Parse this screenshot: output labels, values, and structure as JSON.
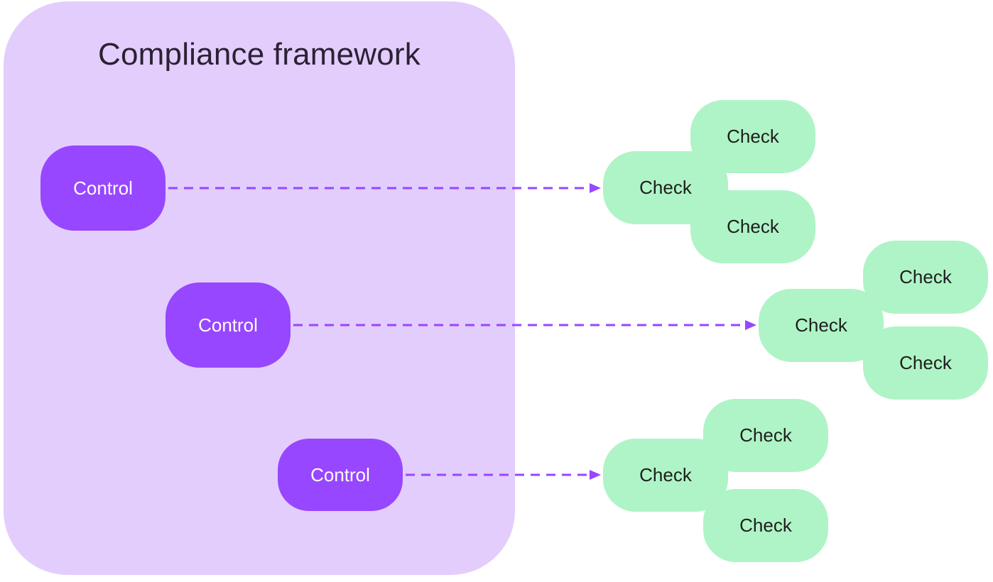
{
  "framework": {
    "title": "Compliance framework",
    "color": "#e3cdfd"
  },
  "colors": {
    "control": "#9747ff",
    "check": "#aff4c6",
    "arrow": "#9747ff"
  },
  "controls": [
    {
      "label": "Control",
      "checks": [
        {
          "label": "Check"
        },
        {
          "label": "Check"
        },
        {
          "label": "Check"
        }
      ]
    },
    {
      "label": "Control",
      "checks": [
        {
          "label": "Check"
        },
        {
          "label": "Check"
        },
        {
          "label": "Check"
        }
      ]
    },
    {
      "label": "Control",
      "checks": [
        {
          "label": "Check"
        },
        {
          "label": "Check"
        },
        {
          "label": "Check"
        }
      ]
    }
  ]
}
